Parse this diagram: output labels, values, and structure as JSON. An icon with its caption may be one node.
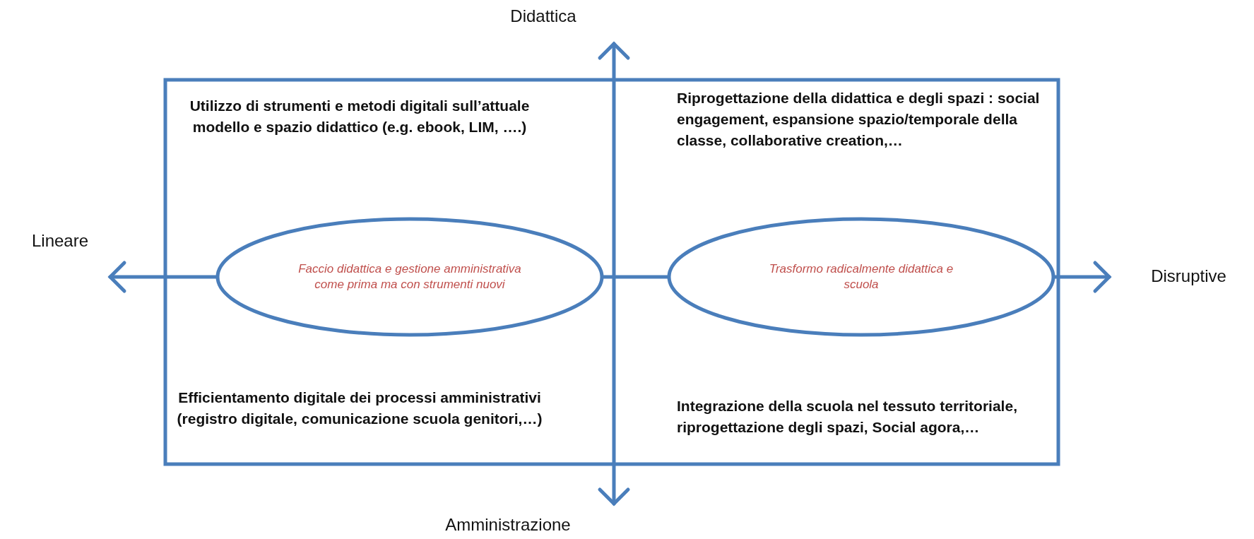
{
  "diagram": {
    "nodes": [
      {
        "text": [
          "Faccio didattica e gestione amministrativa come prima ma con strumenti nuovi"
        ]
      },
      {
        "text": [
          "Trasformo radicalmente didattica e scuola"
        ]
      }
    ],
    "labels": [
      "Didattica",
      "Utilizzo di strumenti e metodi digitali sull’attuale modello e spazio didattico (e.g. ebook, LIM, ….)",
      "Riprogettazione della didattica e degli spazi : social engagement, espansione spazio/temporale della classe, collaborative creation,…",
      "Lineare",
      "Disruptive",
      "Efficientamento digitale dei processi amministrativi (registro digitale, comunicazione scuola genitori,…)",
      "Integrazione della scuola nel tessuto territoriale, riprogettazione degli spazi, Social agora,…",
      "Amministrazione"
    ]
  }
}
